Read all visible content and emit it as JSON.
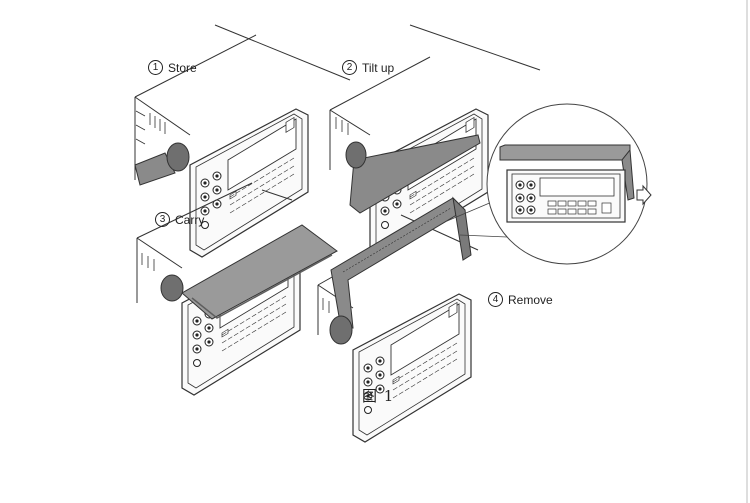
{
  "steps": [
    {
      "number": "1",
      "label": "Store"
    },
    {
      "number": "2",
      "label": "Tilt up"
    },
    {
      "number": "3",
      "label": "Carry"
    },
    {
      "number": "4",
      "label": "Remove"
    }
  ],
  "caption": "图 1",
  "colors": {
    "line": "#333333",
    "handle": "#8a8a8a",
    "handle_dark": "#5e5e5e",
    "panel": "#f2f2f2"
  },
  "icons": [
    "arrow-right-icon",
    "handle-icon",
    "magnifier-circle"
  ]
}
